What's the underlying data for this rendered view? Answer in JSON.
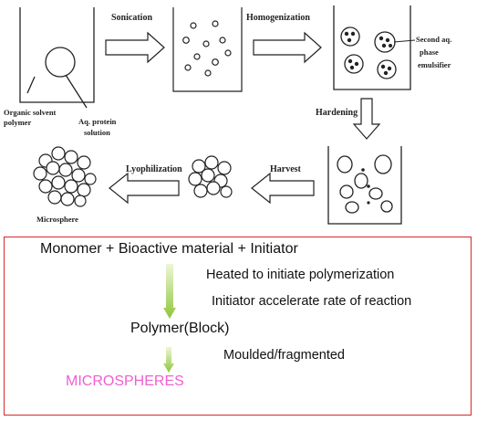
{
  "diagram": {
    "steps": {
      "sonication": "Sonication",
      "homogenization": "Homogenization",
      "hardening": "Hardening",
      "harvest": "Harvest",
      "lyophilization": "Lyophilization"
    },
    "labels": {
      "organic_solvent_line1": "Organic solvent",
      "organic_solvent_line2": "polymer",
      "aq_protein_line1": "Aq. protein",
      "aq_protein_line2": "solution",
      "second_phase_line1": "Second aq.",
      "second_phase_line2": "phase",
      "second_phase_line3": "emulsifier",
      "microsphere": "Microsphere"
    }
  },
  "polymerization": {
    "reactants": "Monomer +    Bioactive material  +   Initiator",
    "note_heated": "Heated to initiate polymerization",
    "note_initiator": "Initiator accelerate rate of reaction",
    "product": "Polymer(Block)",
    "note_moulded": "Moulded/fragmented",
    "result": "MICROSPHERES",
    "colors": {
      "border": "#d42a2a",
      "arrow": "#9acd32",
      "result": "#ee5fd2"
    }
  }
}
